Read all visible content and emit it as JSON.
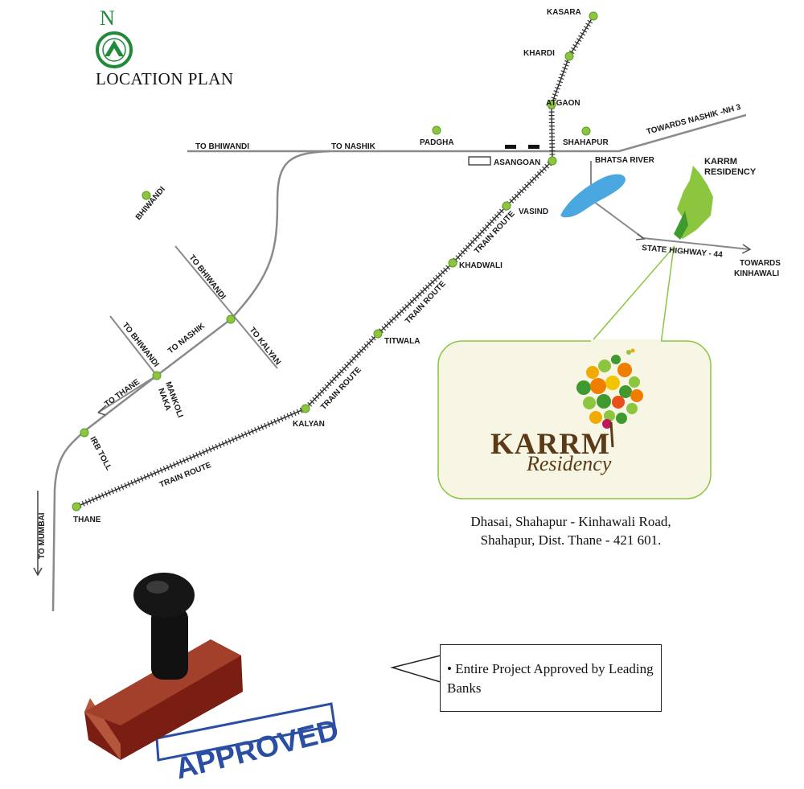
{
  "header": {
    "compass_letter": "N",
    "title": "LOCATION PLAN"
  },
  "roads": {
    "to_bhiwandi_top": "TO BHIWANDI",
    "to_nashik_top": "TO NASHIK",
    "towards_nashik_nh3": "TOWARDS NASHIK -NH 3",
    "bhatsa_river": "BHATSA RIVER",
    "state_highway": "STATE HIGHWAY - 44",
    "towards_kinhawali_1": "TOWARDS",
    "towards_kinhawali_2": "KINHAWALI",
    "to_bhiwandi_diag_1": "TO BHIWANDI",
    "to_kalyan": "TO KALYAN",
    "to_nashik_diag": "TO NASHIK",
    "to_bhiwandi_diag_2": "TO BHIWANDI",
    "to_thane": "TO THANE",
    "to_mumbai": "TO MUMBAI",
    "train_route": "TRAIN ROUTE"
  },
  "places": {
    "kasara": "KASARA",
    "khardi": "KHARDI",
    "atgaon": "ATGAON",
    "shahapur": "SHAHAPUR",
    "padgha": "PADGHA",
    "asangoan": "ASANGOAN",
    "vasind": "VASIND",
    "khadwali": "KHADWALI",
    "titwala": "TITWALA",
    "kalyan": "KALYAN",
    "thane": "THANE",
    "bhiwandi": "BHIWANDI",
    "mankoli_1": "MANKOLI",
    "mankoli_2": "NAKA",
    "irb_toll": "IRB TOLL",
    "karrm_1": "KARRM",
    "karrm_2": "RESIDENCY"
  },
  "logo": {
    "name": "KARRM",
    "sub": "Residency"
  },
  "address": {
    "line1": "Dhasai, Shahapur - Kinhawali Road,",
    "line2": "Shahapur, Dist. Thane - 421 601."
  },
  "callout": {
    "text": "• Entire Project Approved by Leading Banks"
  },
  "stamp": {
    "text": "APPROVED"
  },
  "colors": {
    "road": "#8a8a8a",
    "rail": "#444444",
    "station": "#8cc63f",
    "river": "#4aa7e0",
    "compass": "#1f8a3a",
    "logo_brown": "#5a3a17",
    "callout_bg": "#f7f5e3",
    "callout_border": "#8cc63f",
    "stamp_blue": "#2a4ea3",
    "stamp_handle": "#7a1e14"
  }
}
